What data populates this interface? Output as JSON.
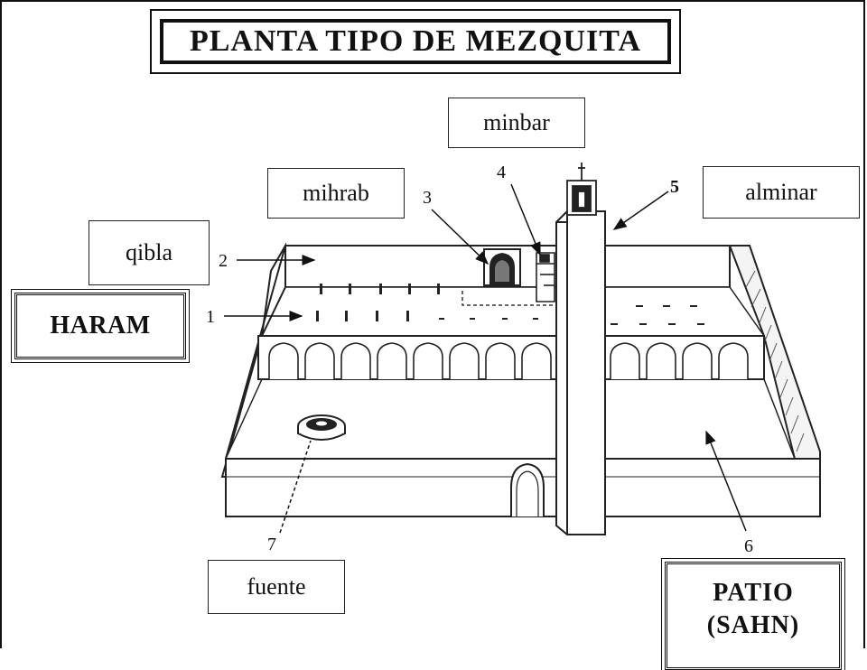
{
  "title": "PLANTA TIPO DE MEZQUITA",
  "labels": {
    "minbar": "minbar",
    "mihrab": "mihrab",
    "alminar": "alminar",
    "qibla": "qibla",
    "haram": "HARAM",
    "fuente": "fuente",
    "patio_line1": "PATIO",
    "patio_line2": "(SAHN)"
  },
  "numbers": {
    "n1": "1",
    "n2": "2",
    "n3": "3",
    "n4": "4",
    "n5": "5",
    "n6": "6",
    "n7": "7"
  }
}
